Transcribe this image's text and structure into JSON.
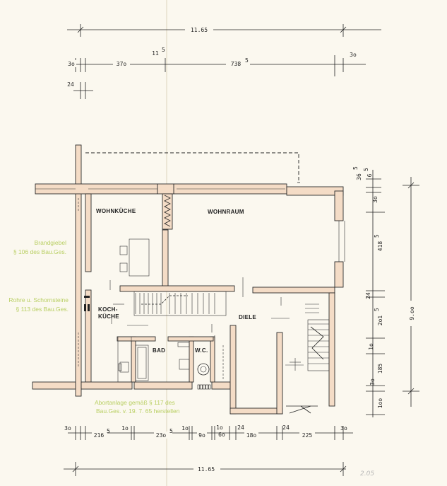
{
  "dimensions": {
    "top_total": "11.65",
    "top_left": "3o",
    "top_a": "37o",
    "top_mid_small": "11",
    "top_mid_small_sup": "5",
    "top_b": "738",
    "top_b_sup": "5",
    "top_right": "3o",
    "top_wall": "24",
    "right_a": "36",
    "right_a_sup": "5",
    "right_b": "6",
    "right_b_sup": "5",
    "right_c": "3o",
    "right_d": "418",
    "right_d_sup": "5",
    "right_e": "24",
    "right_f": "2o1",
    "right_f_sup": "5",
    "right_g": "1o",
    "right_h": "185",
    "right_i": "3o",
    "right_j": "1oo",
    "right_total": "9.oo",
    "bottom_a": "3o",
    "bottom_b": "216",
    "bottom_b_sup": "5",
    "bottom_c": "1o",
    "bottom_d": "23o",
    "bottom_d_sup": "5",
    "bottom_e": "1o",
    "bottom_f": "9o",
    "bottom_g": "1o",
    "bottom_h": "6o",
    "bottom_i": "24",
    "bottom_j": "18o",
    "bottom_k": "24",
    "bottom_l": "225",
    "bottom_m": "3o",
    "bottom_total": "11.65"
  },
  "rooms": {
    "wohnkueche": "WOHNKÜCHE",
    "wohnraum": "WOHNRAUM",
    "kochkueche_1": "KOCH-",
    "kochkueche_2": "KÜCHE",
    "diele": "DIELE",
    "bad": "BAD",
    "wc": "W.C."
  },
  "stamps": {
    "brandgiebel_1": "Brandgiebel",
    "brandgiebel_2": "§ 106 des Bau.Ges.",
    "rohre_1": "Rohre u. Schornsteine",
    "rohre_2": "§ 113 des Bau.Ges.",
    "abort_1": "Abortanlage gemäß § 117 des",
    "abort_2": "Bau.Ges. v. 19. 7. 65 herstellen"
  },
  "pencil_note": "2.05"
}
